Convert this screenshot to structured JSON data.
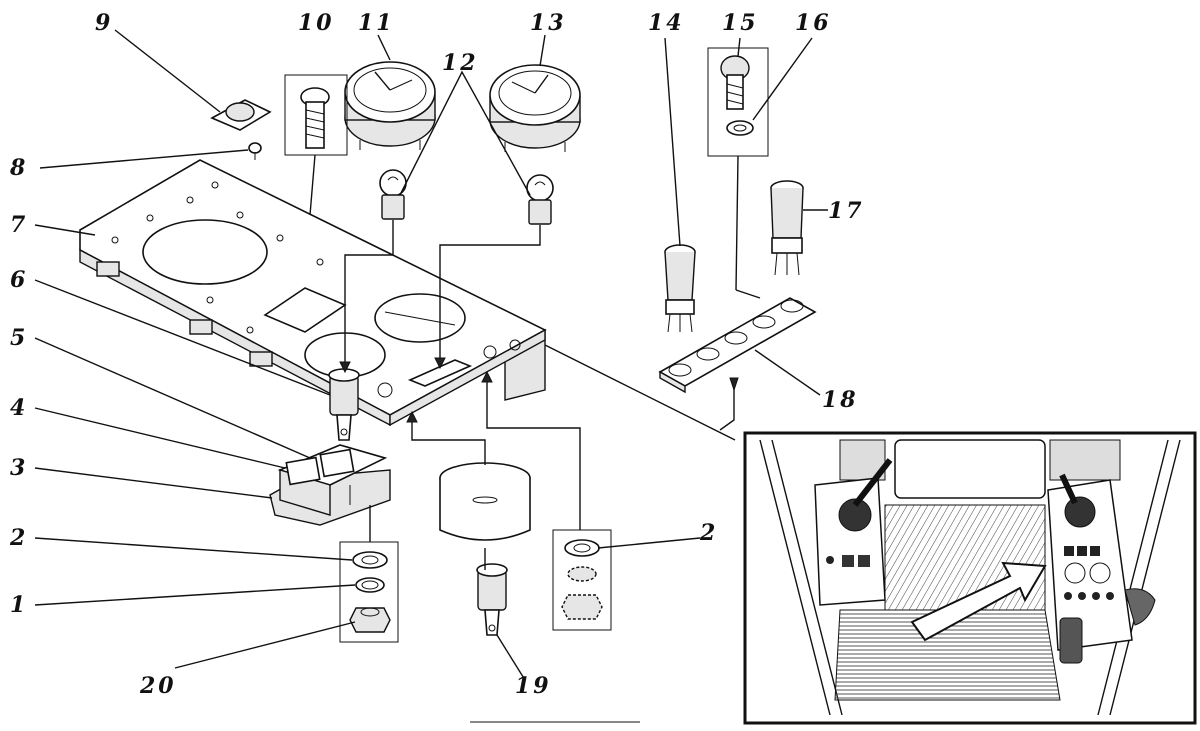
{
  "callouts": {
    "c1": "1",
    "c2a": "2",
    "c2b": "2",
    "c3": "3",
    "c4": "4",
    "c5": "5",
    "c6": "6",
    "c7": "7",
    "c8": "8",
    "c9": "9",
    "c10": "10",
    "c11": "11",
    "c12": "12",
    "c13": "13",
    "c14": "14",
    "c15": "15",
    "c16": "16",
    "c17": "17",
    "c18": "18",
    "c19": "19",
    "c20": "20"
  },
  "colors": {
    "ink": "#111111",
    "paper": "#ffffff",
    "shade": "#e6e6e6"
  }
}
